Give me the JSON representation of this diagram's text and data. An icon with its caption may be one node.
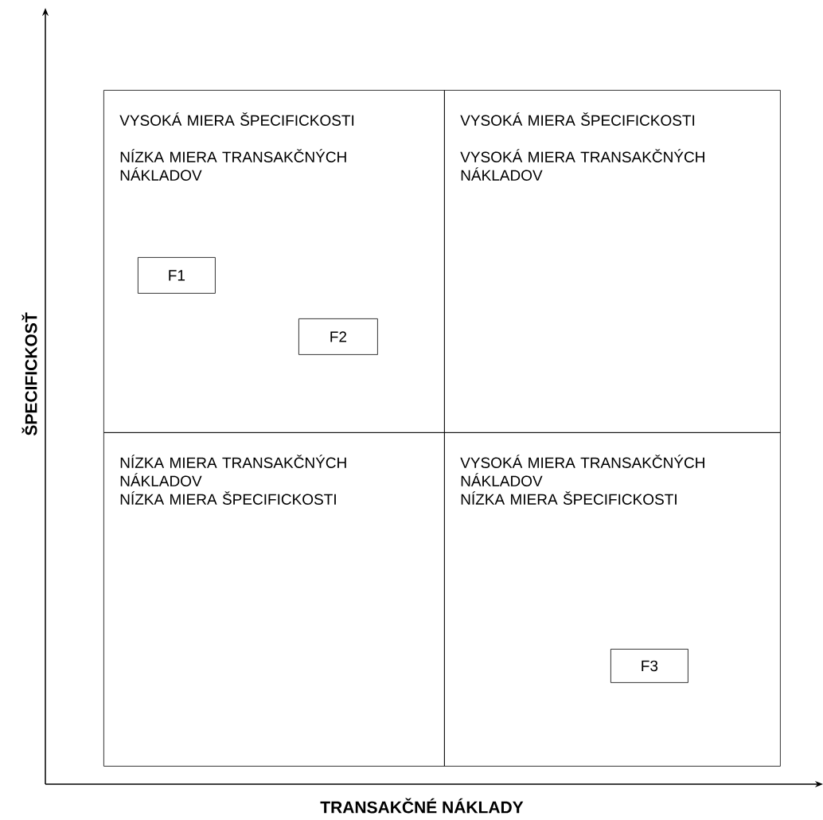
{
  "diagram": {
    "nodes": [
      {
        "text": [
          "VYSOKÁ MIERA ŠPECIFICKOSTI",
          "NÍZKA MIERA TRANSAKČNÝCH NÁKLADOV"
        ]
      },
      {
        "text": [
          "F1"
        ],
        "in": 0
      },
      {
        "text": [
          "F2"
        ],
        "in": 0
      },
      {
        "text": [
          "VYSOKÁ MIERA ŠPECIFICKOSTI",
          "VYSOKÁ MIERA TRANSAKČNÝCH NÁKLADOV"
        ]
      },
      {
        "text": [
          "NÍZKA MIERA TRANSAKČNÝCH NÁKLADOV",
          "NÍZKA MIERA ŠPECIFICKOSTI"
        ]
      },
      {
        "text": [
          "VYSOKÁ MIERA TRANSAKČNÝCH NÁKLADOV",
          "NÍZKA MIERA ŠPECIFICKOSTI"
        ]
      },
      {
        "text": [
          "F3"
        ],
        "in": 5
      }
    ],
    "labels": [
      "ŠPECIFICKOSŤ",
      "TRANSAKČNÉ NÁKLADY"
    ]
  }
}
